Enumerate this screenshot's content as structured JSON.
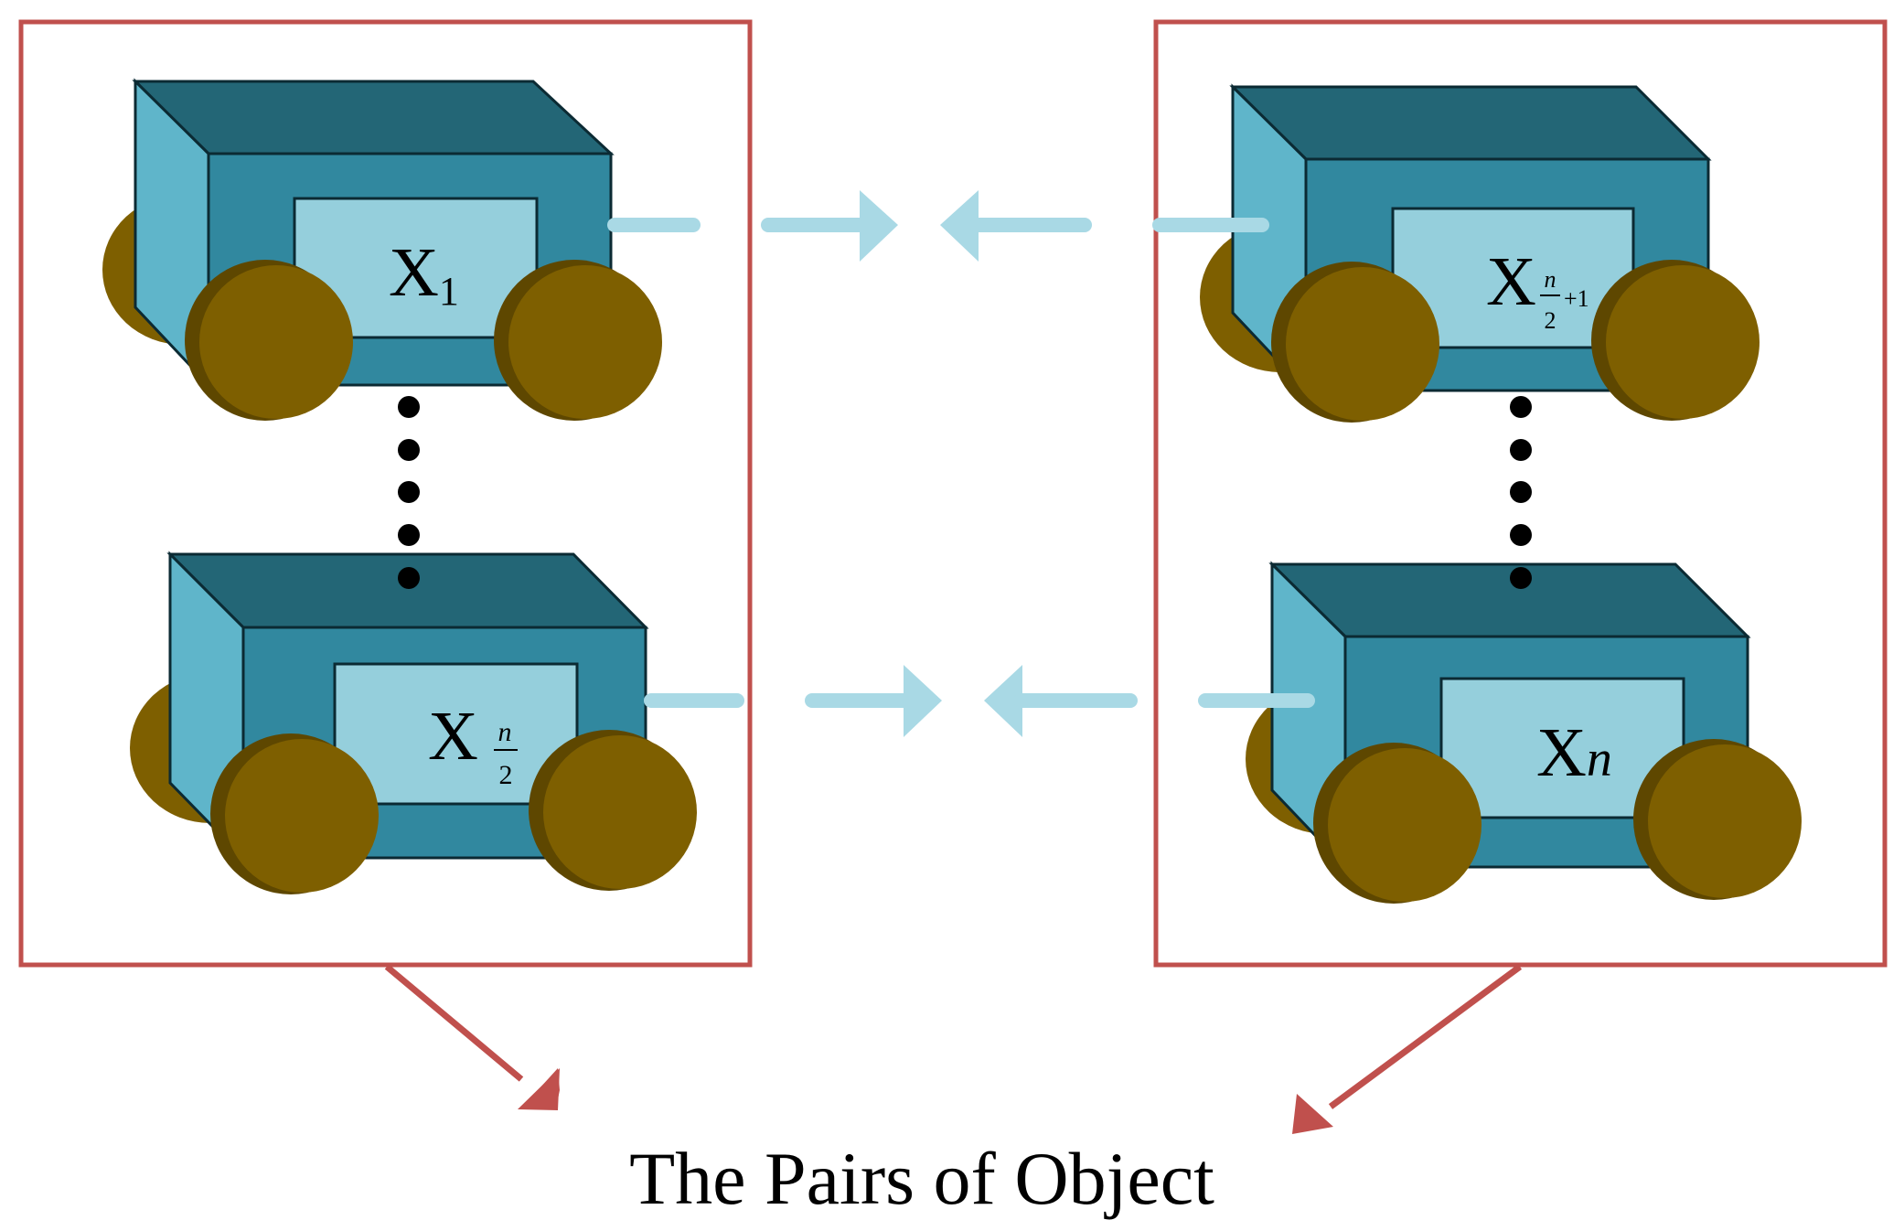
{
  "caption": "The Pairs of Object",
  "nodes": {
    "x1": {
      "base": "X",
      "sub": "1"
    },
    "xn2": {
      "base": "X",
      "frac_num": "n",
      "frac_den": "2"
    },
    "xn21": {
      "base": "X",
      "frac_num": "n",
      "frac_den": "2",
      "sub_rest": "+1"
    },
    "xn": {
      "base": "X",
      "sub": "n"
    }
  },
  "colors": {
    "frame": "#c0504d",
    "box_top": "#236676",
    "box_side": "#5fb5ca",
    "box_front": "#31889f",
    "label_panel": "#95cfdc",
    "wheel": "#7e5f00",
    "wheel_dark": "#5e4700",
    "connector": "#a9d9e5",
    "dots": "#000000"
  }
}
